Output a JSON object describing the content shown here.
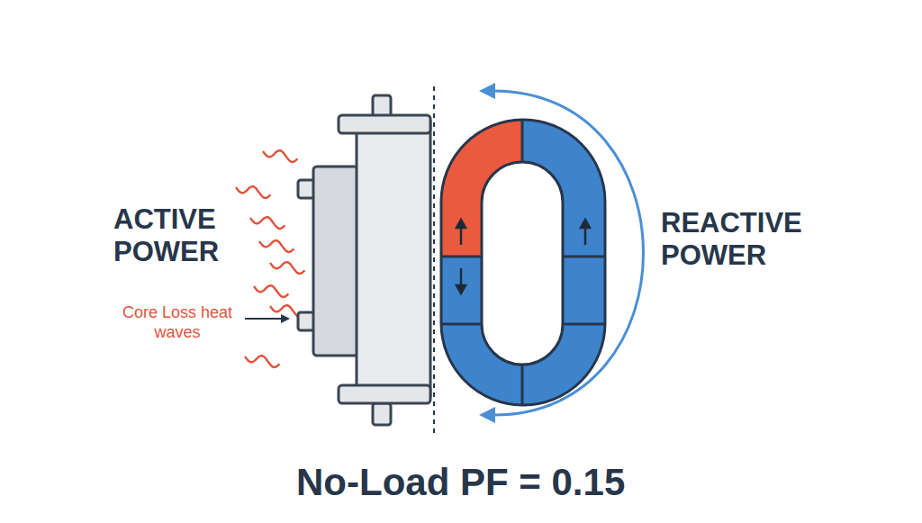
{
  "diagram": {
    "caption": "No-Load PF = 0.15",
    "labels": [
      "ACTIVE POWER",
      "Core Loss heat waves",
      "REACTIVE POWER"
    ]
  }
}
